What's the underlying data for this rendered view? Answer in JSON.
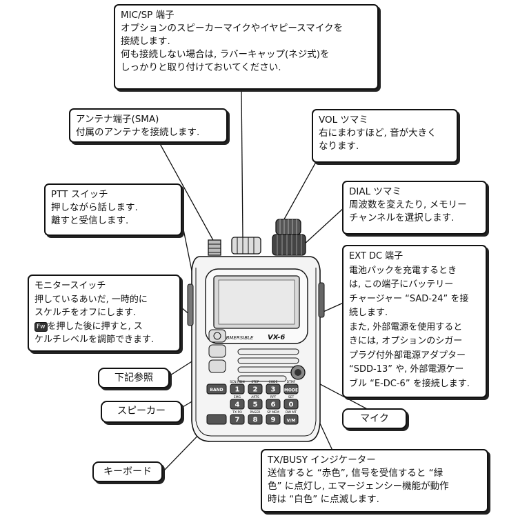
{
  "callouts": {
    "mic_sp": {
      "title": "MIC/SP 端子",
      "lines": [
        "オプションのスピーカーマイクやイヤピースマイクを",
        "接続します.",
        "何も接続しない場合は, ラバーキャップ(ネジ式)を",
        "しっかりと取り付けておいてください."
      ]
    },
    "antenna": {
      "title": "アンテナ端子(SMA)",
      "lines": [
        "付属のアンテナを接続します."
      ]
    },
    "vol": {
      "title": "VOL ツマミ",
      "lines": [
        "右にまわすほど, 音が大きく",
        "なります."
      ]
    },
    "ptt": {
      "title": "PTT スイッチ",
      "lines": [
        "押しながら話します.",
        "離すと受信します."
      ]
    },
    "dial": {
      "title": "DIAL ツマミ",
      "lines": [
        "周波数を変えたり, メモリー",
        "チャンネルを選択します."
      ]
    },
    "ext_dc": {
      "title": "EXT DC 端子",
      "lines": [
        "電池パックを充電するとき",
        "は, この端子にバッテリー",
        "チャージャー “SAD-24” を接",
        "続します.",
        "また, 外部電源を使用すると",
        "きには, オプションのシガー",
        "プラグ付外部電源アダプター",
        "“SDD-13” や, 外部電源ケー",
        "ブル “E-DC-6” を接続します."
      ]
    },
    "monitor": {
      "title": "モニタースイッチ",
      "lines": [
        "押しているあいだ, 一時的に",
        "スケルチをオフにします.",
        "を押した後に押すと, ス",
        "ケルチレベルを調節できます."
      ],
      "fw_key": "Fw"
    },
    "tx_busy": {
      "title": "TX/BUSY インジケーター",
      "lines": [
        "送信すると “赤色”, 信号を受信すると “緑",
        "色” に点灯し, エマージェンシー機能が動作",
        "時は “白色” に点滅します."
      ]
    }
  },
  "labels": {
    "see_below": "下記参照",
    "speaker": "スピーカー",
    "mic": "マイク",
    "keyboard": "キーボード"
  },
  "radio": {
    "brand": "SUBMERSIBLE",
    "model": "VX-6",
    "keys": [
      {
        "label": "1",
        "sub": "SCN MDN"
      },
      {
        "label": "2",
        "sub": "STEP"
      },
      {
        "label": "3",
        "sub": "CODE"
      },
      {
        "label": "MODE",
        "sub": "DTMF"
      },
      {
        "label": "4",
        "sub": "EMG"
      },
      {
        "label": "5",
        "sub": "ARTS"
      },
      {
        "label": "6",
        "sub": "RPT"
      },
      {
        "label": "0",
        "sub": "SET"
      },
      {
        "label": "7",
        "sub": "TX PO"
      },
      {
        "label": "8",
        "sub": "PAGER"
      },
      {
        "label": "9",
        "sub": "SP MEM"
      },
      {
        "label": "V/M",
        "sub": "DW MT"
      }
    ],
    "band_key": "BAND"
  }
}
